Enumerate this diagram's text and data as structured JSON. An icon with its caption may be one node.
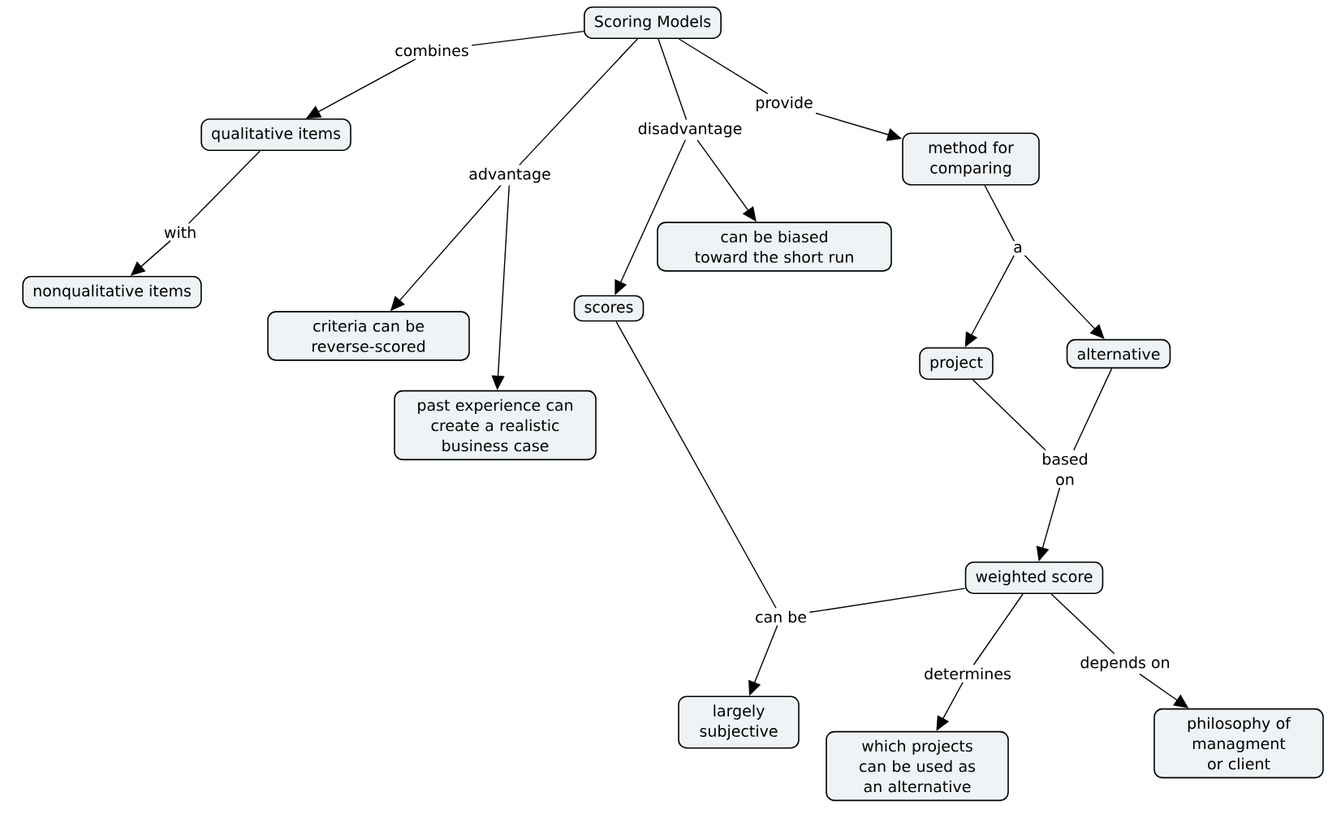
{
  "diagram": {
    "nodes": [
      {
        "text": [
          "Scoring Models"
        ]
      },
      {
        "text": [
          "combines"
        ]
      },
      {
        "text": [
          "provide"
        ]
      },
      {
        "text": [
          "qualitative items"
        ]
      },
      {
        "text": [
          "method for comparing"
        ]
      },
      {
        "text": [
          "disadvantage"
        ]
      },
      {
        "text": [
          "advantage"
        ]
      },
      {
        "text": [
          "with"
        ]
      },
      {
        "text": [
          "can be biased toward the short run"
        ]
      },
      {
        "text": [
          "a"
        ]
      },
      {
        "text": [
          "nonqualitative items"
        ]
      },
      {
        "text": [
          "scores"
        ]
      },
      {
        "text": [
          "criteria can be reverse-scored"
        ]
      },
      {
        "text": [
          "project"
        ]
      },
      {
        "text": [
          "alternative"
        ]
      },
      {
        "text": [
          "past experience can create a realistic business case"
        ]
      },
      {
        "text": [
          "based on"
        ]
      },
      {
        "text": [
          "weighted score"
        ]
      },
      {
        "text": [
          "can be"
        ]
      },
      {
        "text": [
          "determines"
        ]
      },
      {
        "text": [
          "depends on"
        ]
      },
      {
        "text": [
          "largely subjective"
        ]
      },
      {
        "text": [
          "which projects can be used as an alternative"
        ]
      },
      {
        "text": [
          "philosophy of managment or client"
        ]
      }
    ],
    "edges": [
      {
        "from": 0,
        "to": 1,
        "arrow": "none"
      },
      {
        "from": 1,
        "to": 3,
        "arrow": "to"
      },
      {
        "from": 0,
        "to": 2,
        "arrow": "none"
      },
      {
        "from": 2,
        "to": 4,
        "arrow": "to"
      },
      {
        "from": 0,
        "to": 5,
        "arrow": "none"
      },
      {
        "from": 5,
        "to": 11,
        "arrow": "to"
      },
      {
        "from": 5,
        "to": 8,
        "arrow": "to"
      },
      {
        "from": 0,
        "to": 6,
        "arrow": "none"
      },
      {
        "from": 6,
        "to": 12,
        "arrow": "to"
      },
      {
        "from": 6,
        "to": 15,
        "arrow": "to"
      },
      {
        "from": 3,
        "to": 7,
        "arrow": "none"
      },
      {
        "from": 7,
        "to": 10,
        "arrow": "to"
      },
      {
        "from": 4,
        "to": 9,
        "arrow": "none"
      },
      {
        "from": 9,
        "to": 13,
        "arrow": "to"
      },
      {
        "from": 9,
        "to": 14,
        "arrow": "to"
      },
      {
        "from": 13,
        "to": 16,
        "arrow": "none"
      },
      {
        "from": 14,
        "to": 16,
        "arrow": "none"
      },
      {
        "from": 16,
        "to": 17,
        "arrow": "to"
      },
      {
        "from": 11,
        "to": 18,
        "arrow": "none"
      },
      {
        "from": 17,
        "to": 18,
        "arrow": "none"
      },
      {
        "from": 18,
        "to": 21,
        "arrow": "to"
      },
      {
        "from": 17,
        "to": 19,
        "arrow": "none"
      },
      {
        "from": 19,
        "to": 22,
        "arrow": "to"
      },
      {
        "from": 17,
        "to": 20,
        "arrow": "none"
      },
      {
        "from": 20,
        "to": 23,
        "arrow": "to"
      }
    ]
  }
}
